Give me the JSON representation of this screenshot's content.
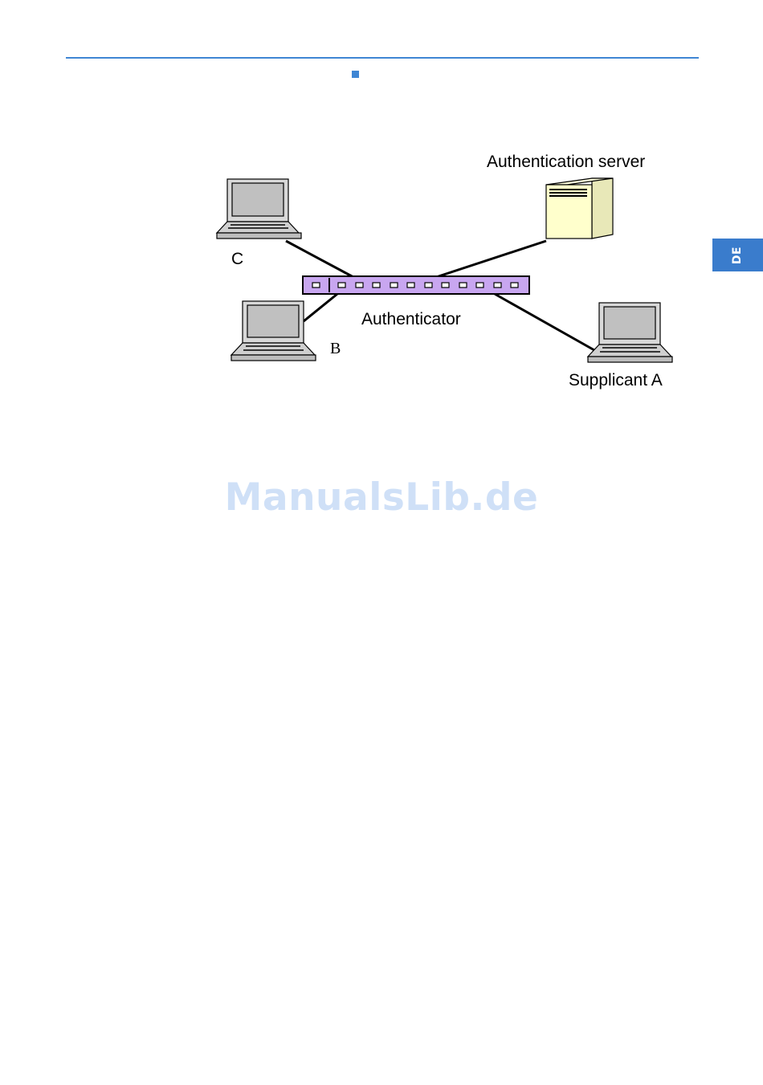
{
  "header": {
    "accent_color": "#3f86d4"
  },
  "side_tab": {
    "label": "DE",
    "color": "#3a7ccc"
  },
  "diagram": {
    "server_label": "Authentication server",
    "switch_label": "Authenticator",
    "client_c_label": "C",
    "client_b_label": "B",
    "client_a_label": "Supplicant A",
    "switch_color": "#c8a6f0",
    "server_color": "#ffffcc"
  },
  "watermark": "ManualsLib.de"
}
